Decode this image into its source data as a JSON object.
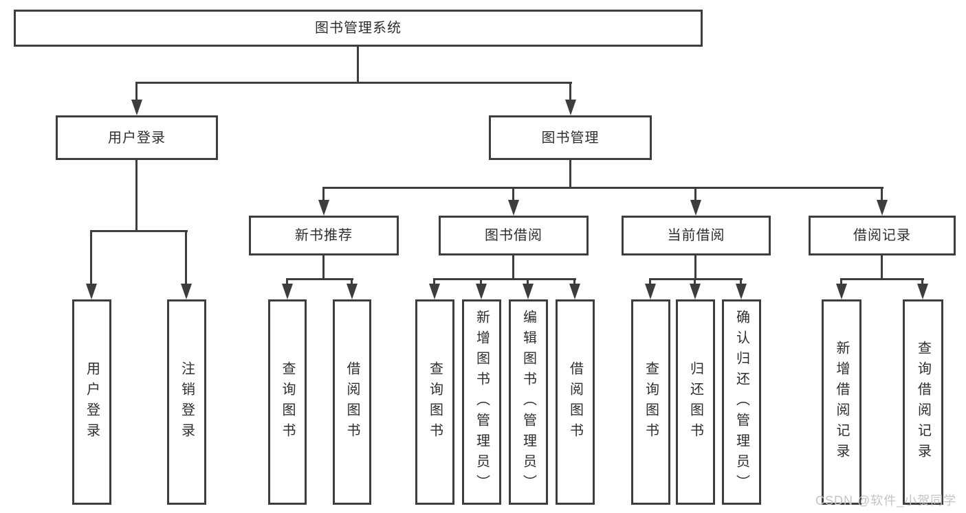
{
  "diagram": {
    "title": "图书管理系统",
    "root": {
      "label": "图书管理系统"
    },
    "level2": [
      {
        "id": "user-login",
        "label": "用户登录"
      },
      {
        "id": "book-management",
        "label": "图书管理"
      }
    ],
    "level3": [
      {
        "id": "new-book-recommend",
        "label": "新书推荐"
      },
      {
        "id": "book-borrowing",
        "label": "图书借阅"
      },
      {
        "id": "current-borrowing",
        "label": "当前借阅"
      },
      {
        "id": "borrowing-records",
        "label": "借阅记录"
      }
    ],
    "leaves": {
      "user_login": [
        "用户登录",
        "注销登录"
      ],
      "new_book": [
        "查询图书",
        "借阅图书"
      ],
      "borrowing": [
        "查询图书",
        "新增图书（管理员）",
        "编辑图书（管理员）",
        "借阅图书"
      ],
      "current": [
        "查询图书",
        "归还图书",
        "确认归还（管理员）"
      ],
      "records": [
        "新增借阅记录",
        "查询借阅记录"
      ]
    }
  },
  "watermark": {
    "text": "CSDN @软件_小贺同学"
  },
  "colors": {
    "line": "#3d3d3d",
    "text": "#2e2e2e",
    "background": "#ffffff",
    "watermark": "#c4c4c4"
  }
}
